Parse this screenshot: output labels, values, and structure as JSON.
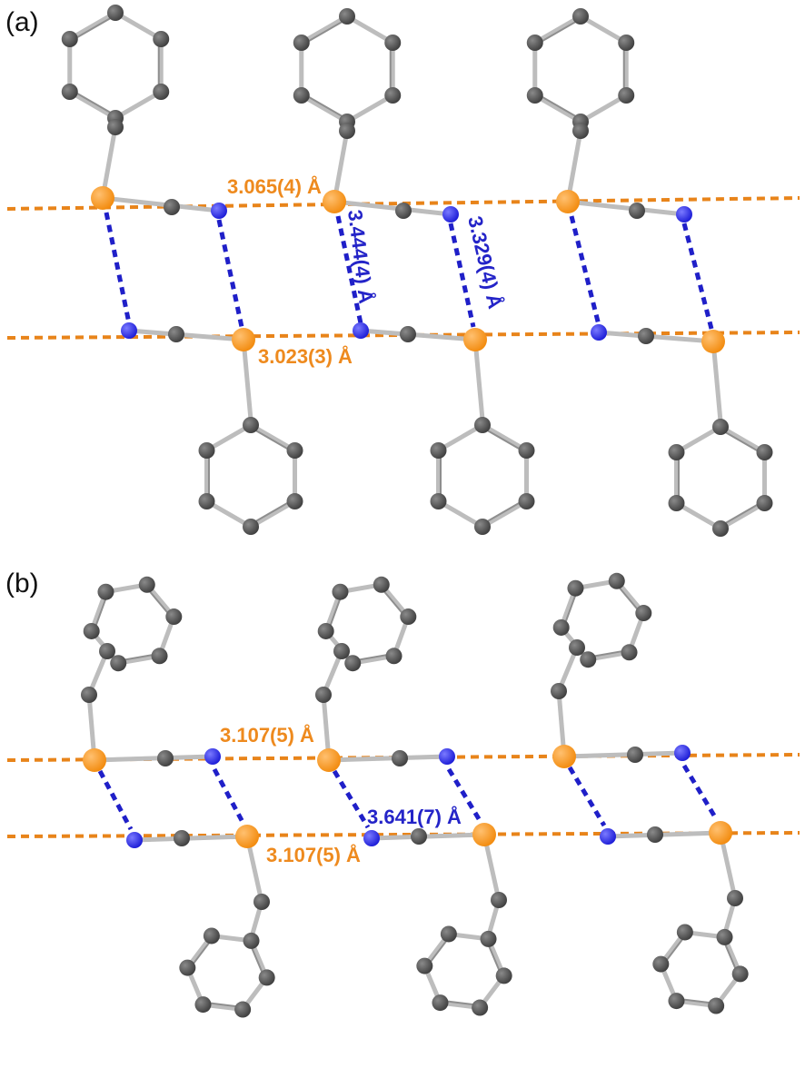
{
  "colors": {
    "chalcogen": "#f28a0c",
    "nitrogen": "#1a1ad6",
    "carbon": "#3d3d3d",
    "bond": "#bdbdbd",
    "te_contact": "#e8841a",
    "n_contact": "#1f1fc8",
    "label_orange": "#ee8a1e",
    "label_blue": "#2424c8"
  },
  "panels": [
    {
      "id": "a",
      "label": "(a)",
      "distances": [
        {
          "text": "3.065(4) Å",
          "kind": "chalcogen"
        },
        {
          "text": "3.444(4) Å",
          "kind": "nitrogen"
        },
        {
          "text": "3.329(4) Å",
          "kind": "nitrogen"
        },
        {
          "text": "3.023(3) Å",
          "kind": "chalcogen"
        }
      ]
    },
    {
      "id": "b",
      "label": "(b)",
      "distances": [
        {
          "text": "3.107(5) Å",
          "kind": "chalcogen"
        },
        {
          "text": "3.641(7) Å",
          "kind": "nitrogen"
        },
        {
          "text": "3.107(5) Å",
          "kind": "chalcogen"
        }
      ]
    }
  ]
}
